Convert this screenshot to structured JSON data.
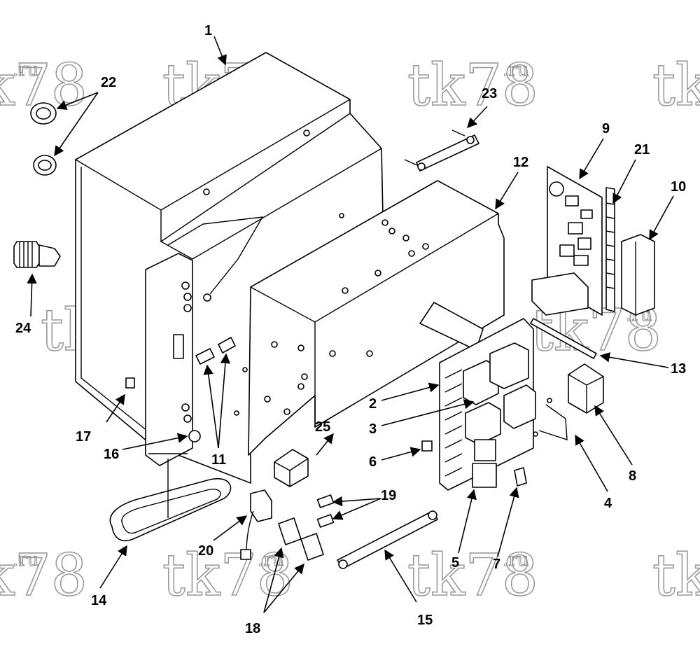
{
  "watermark": {
    "main": "tk78",
    "sup": ".ru"
  },
  "callouts": {
    "c1": "1",
    "c2": "2",
    "c3": "3",
    "c4": "4",
    "c5": "5",
    "c6": "6",
    "c7": "7",
    "c8": "8",
    "c9": "9",
    "c10": "10",
    "c11": "11",
    "c12": "12",
    "c13": "13",
    "c14": "14",
    "c15": "15",
    "c16": "16",
    "c17": "17",
    "c18": "18",
    "c19": "19",
    "c20": "20",
    "c21": "21",
    "c22": "22",
    "c23": "23",
    "c24": "24",
    "c25": "25"
  }
}
